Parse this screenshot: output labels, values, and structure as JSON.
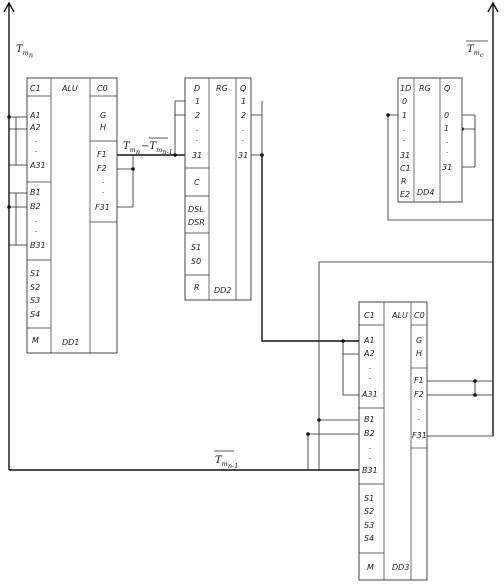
{
  "signals": {
    "input_a": {
      "base": "T",
      "sub": "m",
      "subsub": "n"
    },
    "diff": {
      "left_base": "T",
      "left_sub": "m",
      "left_subsub": "n",
      "op": "−",
      "right_base": "T",
      "right_sub": "m",
      "right_subsub": "n-1"
    },
    "input_b": {
      "base": "T",
      "sub": "m",
      "subsub": "n-1"
    },
    "output": {
      "base": "T",
      "sub": "m",
      "subsub": "c"
    }
  },
  "dd1": {
    "ref": "DD1",
    "left_header": "C1",
    "center_header": "ALU",
    "right_header": "C0",
    "a_pins": [
      "A1",
      "A2",
      ".",
      ".",
      "A31"
    ],
    "b_pins": [
      "B1",
      "B2",
      ".",
      ".",
      "B31"
    ],
    "s_pins": [
      "S1",
      "S2",
      "S3",
      "S4"
    ],
    "m_pin": "M",
    "right_pins": [
      "G",
      "H"
    ],
    "f_pins": [
      "F1",
      "F2",
      ".",
      ".",
      "F31"
    ]
  },
  "dd2": {
    "ref": "DD2",
    "left_header": "D",
    "center_header": "RG",
    "right_header": "Q",
    "d_pins": [
      "1",
      "2",
      ".",
      ".",
      "31"
    ],
    "c_pin": "C",
    "dsl_pins": [
      "DSL",
      "DSR"
    ],
    "s_pins": [
      "S1",
      "S0"
    ],
    "r_pin": "R",
    "q_pins": [
      "1",
      "2",
      ".",
      ".",
      "31"
    ]
  },
  "dd3": {
    "ref": "DD3",
    "left_header": "C1",
    "center_header": "ALU",
    "right_header": "C0",
    "a_pins": [
      "A1",
      "A2",
      ".",
      ".",
      "A31"
    ],
    "b_pins": [
      "B1",
      "B2",
      ".",
      ".",
      "B31"
    ],
    "s_pins": [
      "S1",
      "S2",
      "S3",
      "S4"
    ],
    "m_pin": "M",
    "right_pins": [
      "G",
      "H"
    ],
    "f_pins": [
      "F1",
      "F2",
      ".",
      ".",
      "F31"
    ]
  },
  "dd4": {
    "ref": "DD4",
    "left_header": "1D",
    "center_header": "RG",
    "right_header": "Q",
    "d_pins": [
      "0",
      "1",
      ".",
      ".",
      "31",
      "C1",
      "R",
      "E2"
    ],
    "q_pins": [
      "0",
      "1",
      ".",
      ".",
      "31"
    ]
  }
}
